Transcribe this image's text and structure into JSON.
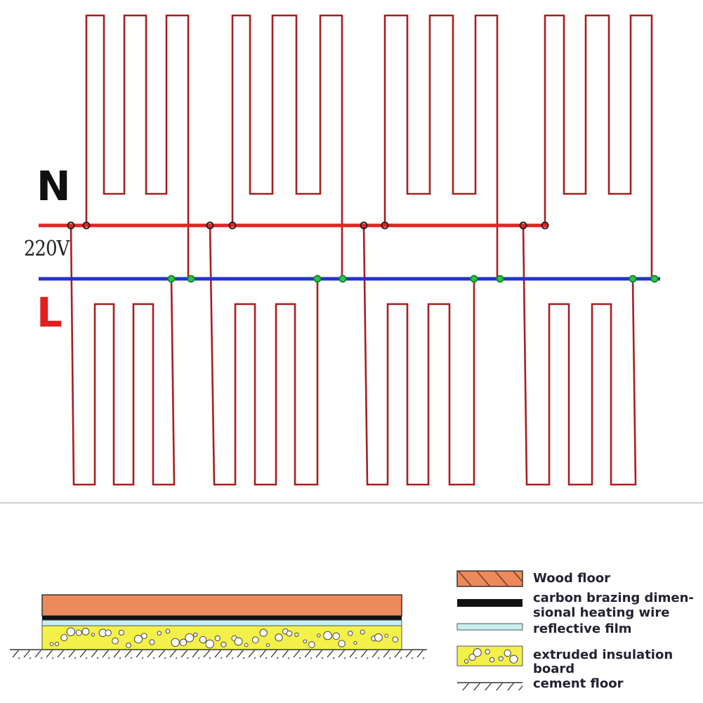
{
  "labels": {
    "neutral": "N",
    "live": "L",
    "voltage": "220V"
  },
  "legend": [
    {
      "swatch": "wood-floor",
      "text": "Wood floor"
    },
    {
      "swatch": "heating-wire",
      "text": "carbon brazing dimen-"
    },
    {
      "swatch": "heating-wire-cont",
      "text": "sional heating wire"
    },
    {
      "swatch": "reflective-film",
      "text": "reflective film"
    },
    {
      "swatch": "insulation-board",
      "text": "extruded insulation"
    },
    {
      "swatch": "insulation-board-cont",
      "text": "board"
    },
    {
      "swatch": "cement-floor",
      "text": "cement floor"
    }
  ],
  "colors": {
    "wire": "#a81e1e",
    "neutral_bus": "#e52222",
    "live_bus": "#2233cc",
    "node_green": "#22cc44",
    "wood": "#ec8a5c",
    "insulation": "#f4f04a",
    "film": "#c8eef0",
    "heating": "#111111"
  }
}
